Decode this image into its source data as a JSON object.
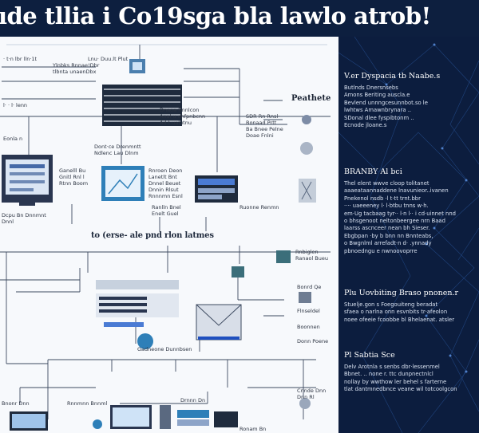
{
  "header": {
    "title": "ıde tllia i Co19sga bla lawlo atrob!"
  },
  "diagram": {
    "section_label": "to (erse- ale pnd rlon latmes",
    "side_heading": "Peathete",
    "labels": {
      "tl1": "· t·n lbr lln·1t",
      "tl2": "Ylnbks Rnnae!Dbr",
      "tl3": "tlbnta unaenDbx",
      "tc1": "Lnu· Duu.lt Plut",
      "tc2": "Dnaoa Rnnlcon",
      "tc3": "Anal u ohfpnbcnn",
      "tc4": "Ad t·ualutnu",
      "ml1": "l· · l· lenn",
      "ml2": "Eonla n",
      "mc1": "Dont·ce Drenmntt",
      "mc2": "Ndlenc Lau Dlnm",
      "mr1": "SDR Rn·Rnsl·",
      "mr2": "Bonaad Prtt",
      "mr3": "Ba Bnee Pelne",
      "mr4": "Doae Fnlni",
      "bl1": "Ganelll Bu",
      "bl2": "Gnitl Rnl l",
      "bl3": "Rtnn Boom",
      "bl4": "Dcpu Bn Dnnmnt",
      "bl5": "Dnnl",
      "b2a": "Rnroen Deon",
      "b2b": "Lanetlt Bnt",
      "b2c": "Dnnel Beuet",
      "b2d": "Dnnin Rlsut",
      "b2e": "Rnnnmn Esnl",
      "b3a": "Ranlln Bnel",
      "b3b": "Enelt Guel",
      "b3c": "Ruonne Renmn",
      "rs1": "Rnbiglen",
      "rs2": "Ranaol Bueu",
      "rs3": "Bonrd Qe",
      "rs4": "Flnseldel",
      "rs5": "Boonnen",
      "rs6": "Donn Poene",
      "rs7": "Cnnde Dnn",
      "rs8": "Dnn Rl",
      "mc3": "Gadneone Dunnbsen",
      "bot1": "Bnonr Dnn",
      "bot2": "Rnnmnn Bnnml",
      "bot3": "Drnnn Dn",
      "bot4": "Ronam Bn"
    }
  },
  "panel": {
    "sections": [
      {
        "title": "V.er Dyspacia tb Naabe.s",
        "lines": [
          "Butlnds Dnersnsebs",
          "Amons Beriting auscla.e",
          "Bevlend unnngcesunnbot.so le",
          "lwhtws Amawnbrynara ..",
          "SDonal dlee fyspibtonm ..",
          "Ecnode jloane.s"
        ]
      },
      {
        "title": "BRANBY Al bci",
        "lines": [
          "Thel elent wwve cloop tolitanet",
          "aaaeataannaddene lnavunieor..ivanen",
          "Pnekenol nsdb ·l t·tt trnt.bbr",
          "···· uaeeeney l· l·btbu tnns w·h.",
          "em·Ug tacbaag tyr·· l·n l·· i cd·uinnet nnd",
          "o bhsgenoot neltonbeergee nrn Baad",
          "laarss ascnceer nean bh Sieser.",
          "Ebgbpan ·by b bnn nn Bnnteabs,",
          "o Bwgnlml arrefadt·n d· .ynnady",
          "pbnoedngu e nwnoovoprre"
        ]
      },
      {
        "title": "Plu Uovbiting Braso pnonen.r",
        "lines": [
          "Stuelje.gon s Foegouiteng beradat",
          "sfaea o narlna onn esvnbits tr·afeolon",
          "noee ofeeie fcoobbe bl Bhelaenat. atsler"
        ]
      },
      {
        "title": "Pl Sabtia Sce",
        "lines": [
          "Delv Arotnla s senbs dbr·lessenmel",
          "Bbnet. .. none r. ttc dunpnectnlcl",
          "nollay by wwthow ler behel s farterne",
          "tlat dantmnedbnce veane wil totcoolgcon"
        ]
      }
    ]
  }
}
